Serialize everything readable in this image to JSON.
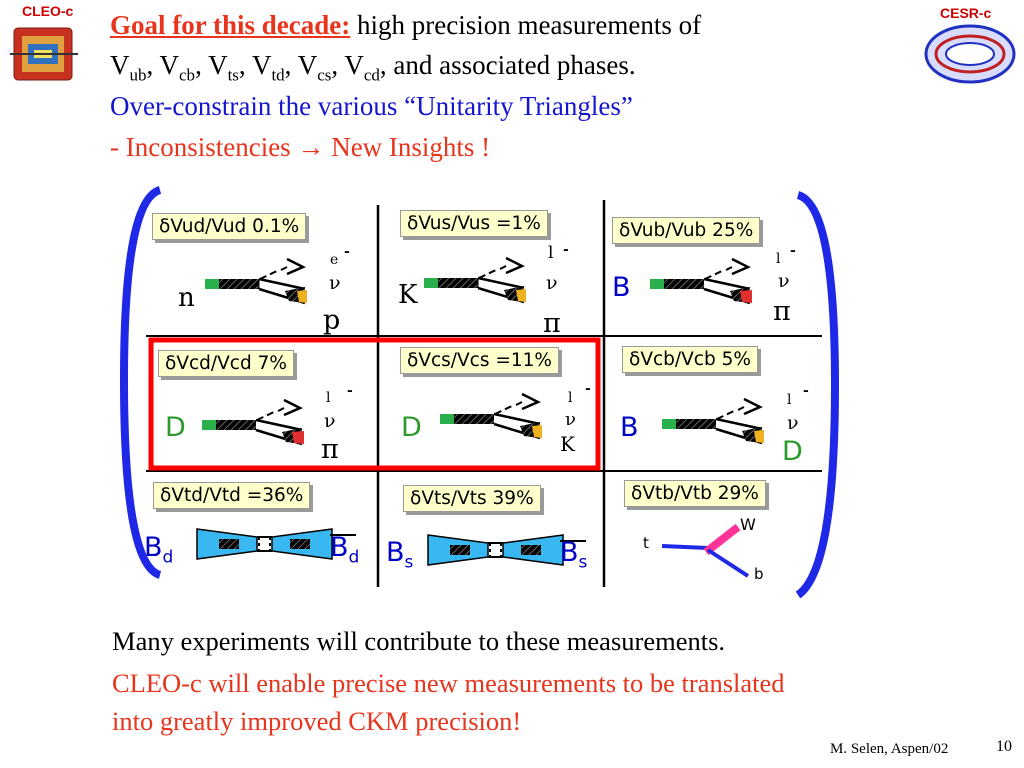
{
  "logos": {
    "left_label": "CLEO-c",
    "right_label": "CESR-c"
  },
  "header": {
    "goal_label": "Goal for this decade:",
    "goal_text": " high precision measurements of",
    "elements": [
      {
        "base": "V",
        "sub": "ub",
        "sep": ", "
      },
      {
        "base": "V",
        "sub": "cb",
        "sep": ", "
      },
      {
        "base": "V",
        "sub": "ts",
        "sep": ", "
      },
      {
        "base": "V",
        "sub": "td",
        "sep": ", "
      },
      {
        "base": "V",
        "sub": "cs",
        "sep": ", "
      },
      {
        "base": "V",
        "sub": "cd",
        "sep": ", and associated phases."
      }
    ],
    "line3": "Over-constrain the various “Unitarity Triangles”",
    "line4": "- Inconsistencies → New Insights !"
  },
  "matrix": {
    "cells": [
      {
        "label": "δVud/Vud 0.1%",
        "parent": "n",
        "products": [
          "e",
          "-",
          "ν",
          "p"
        ]
      },
      {
        "label": "δVus/Vus =1%",
        "parent": "K",
        "products": [
          "l",
          "-",
          "ν",
          "π"
        ]
      },
      {
        "label": "δVub/Vub 25%",
        "parent": "B",
        "products": [
          "l",
          "-",
          "ν",
          "π"
        ]
      },
      {
        "label": "δVcd/Vcd 7%",
        "parent": "D",
        "products": [
          "l",
          "-",
          "ν",
          "π"
        ]
      },
      {
        "label": "δVcs/Vcs =11%",
        "parent": "D",
        "products": [
          "l",
          "-",
          "ν",
          "K"
        ]
      },
      {
        "label": "δVcb/Vcb 5%",
        "parent": "B",
        "products": [
          "l",
          "-",
          "ν",
          "D"
        ]
      },
      {
        "label": "δVtd/Vtd =36%",
        "mix_left": "B",
        "mix_left_sub": "d",
        "mix_right": "B",
        "mix_right_sub": "d"
      },
      {
        "label": "δVts/Vts 39%",
        "mix_left": "B",
        "mix_left_sub": "s",
        "mix_right": "B",
        "mix_right_sub": "s"
      },
      {
        "label": "δVtb/Vtb 29%",
        "t": "t",
        "W": "W",
        "b": "b"
      }
    ]
  },
  "footer": {
    "line1": "Many experiments will contribute to these measurements.",
    "line2": "CLEO-c will enable precise new measurements to be translated",
    "line3": "into greatly improved CKM precision!",
    "credit": "M. Selen, Aspen/02",
    "page": "10"
  },
  "colors": {
    "accent_red": "#e8341c",
    "blue_text": "#1515d0",
    "bracket_blue": "#1e28e6",
    "box_fill": "#ffffcc",
    "highlight_red": "#ff0000"
  }
}
